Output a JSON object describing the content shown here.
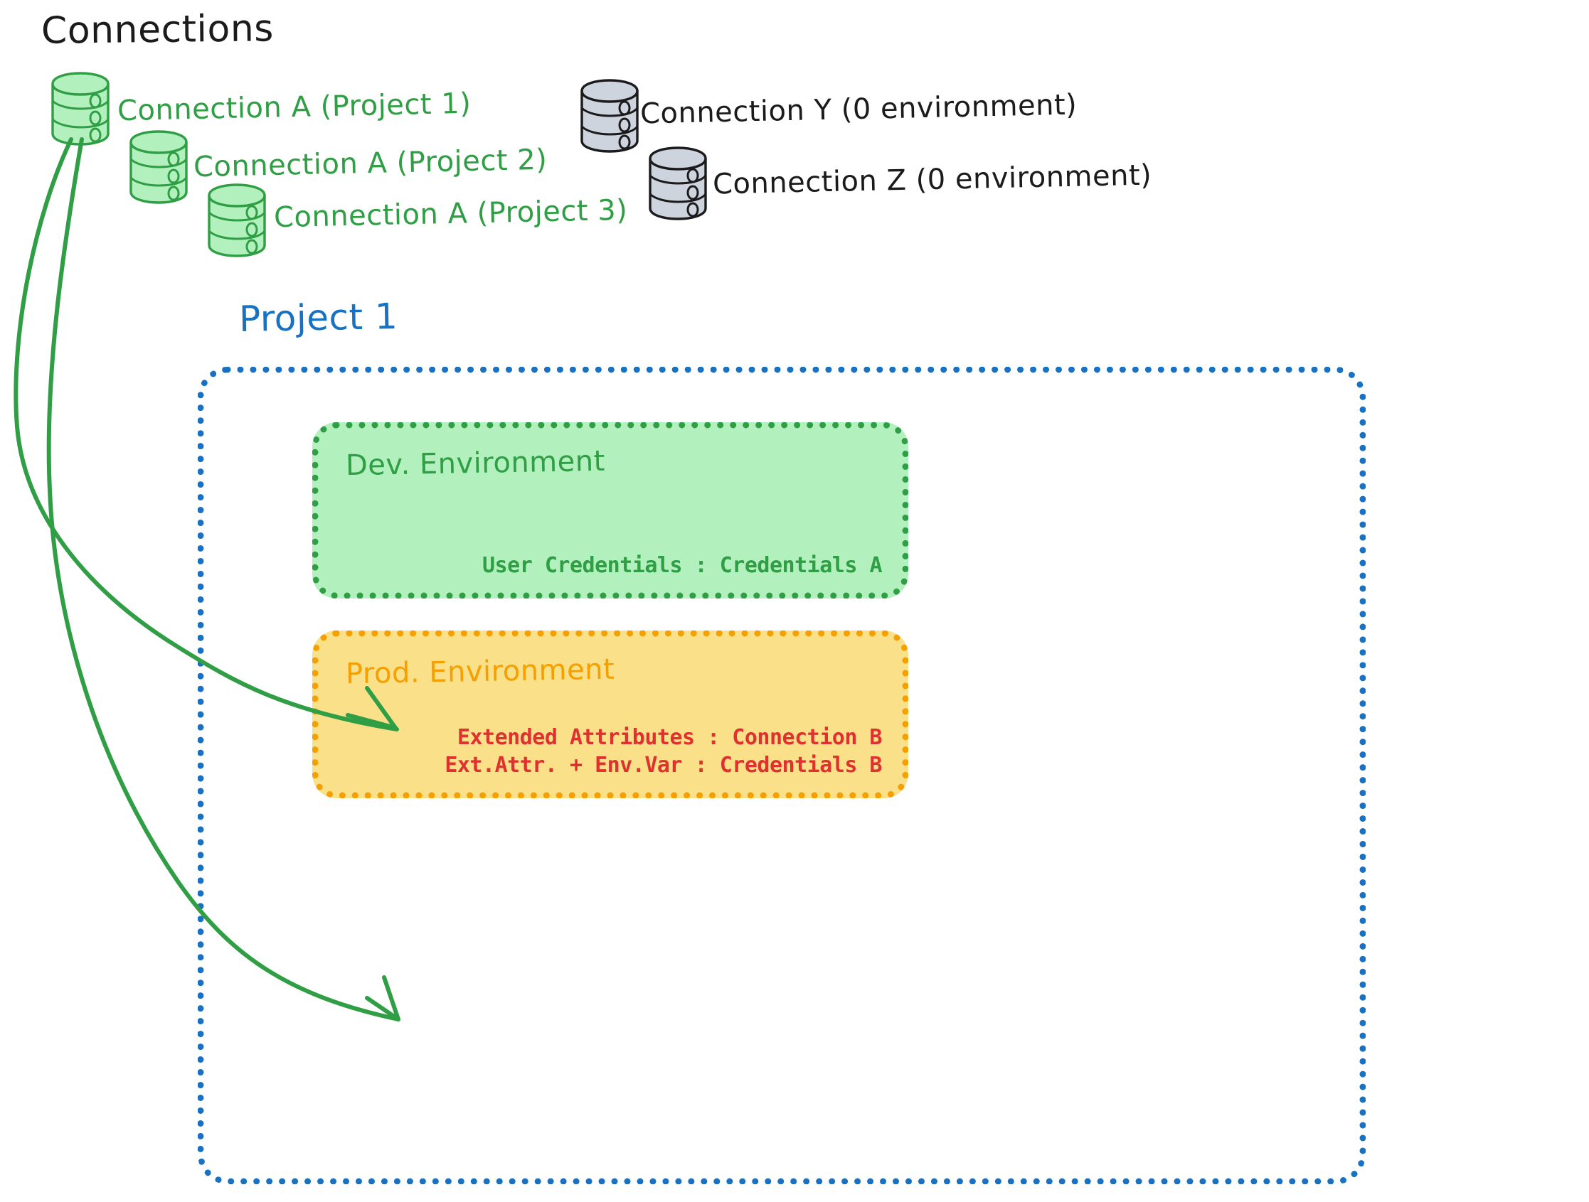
{
  "heading": "Connections",
  "connections": [
    {
      "id": "connection-a-project-1",
      "label": "Connection A (Project 1)",
      "color": "#2f9e44",
      "state": "assigned"
    },
    {
      "id": "connection-a-project-2",
      "label": "Connection A (Project 2)",
      "color": "#2f9e44",
      "state": "assigned"
    },
    {
      "id": "connection-a-project-3",
      "label": "Connection A (Project 3)",
      "color": "#2f9e44",
      "state": "assigned"
    },
    {
      "id": "connection-y",
      "label": "Connection Y (0 environment)",
      "color": "#1b1b1b",
      "state": "unassigned"
    },
    {
      "id": "connection-z",
      "label": "Connection Z (0 environment)",
      "color": "#1b1b1b",
      "state": "unassigned"
    }
  ],
  "project": {
    "title": "Project 1",
    "border_color": "#1971c2",
    "environments": [
      {
        "id": "dev-environment",
        "title": "Dev. Environment",
        "fill": "#b2f0bd",
        "border": "#2f9e44",
        "text_color": "#2f9e44",
        "lines": [
          "User Credentials : Credentials A"
        ]
      },
      {
        "id": "prod-environment",
        "title": "Prod. Environment",
        "fill": "#fbe08a",
        "border": "#f59f00",
        "text_color": "#e03131",
        "lines": [
          "Extended Attributes : Connection B",
          "Ext.Attr. + Env.Var : Credentials B"
        ]
      }
    ]
  },
  "arrows": [
    {
      "id": "arrow-connection-a-to-dev",
      "from": "connection-a-project-1",
      "to": "dev-environment",
      "color": "#2f9e44"
    },
    {
      "id": "arrow-connection-a-to-prod",
      "from": "connection-a-project-1",
      "to": "prod-environment",
      "color": "#2f9e44"
    }
  ],
  "icons": {
    "database": "database-cylinder-icon"
  }
}
